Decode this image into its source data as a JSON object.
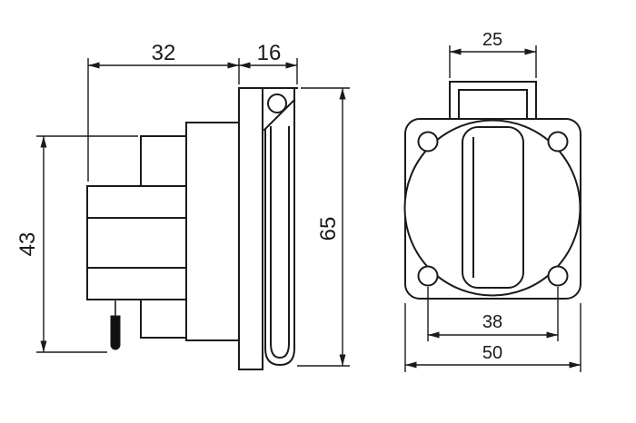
{
  "drawing": {
    "colors": {
      "line": "#1a1a1a",
      "background": "#ffffff",
      "pin": "#111111"
    },
    "side_view": {
      "dim_width": "32",
      "dim_cover": "16",
      "dim_height": "43",
      "dim_total_height": "65"
    },
    "front_view": {
      "dim_hinge": "25",
      "dim_holes": "38",
      "dim_width": "50"
    }
  }
}
